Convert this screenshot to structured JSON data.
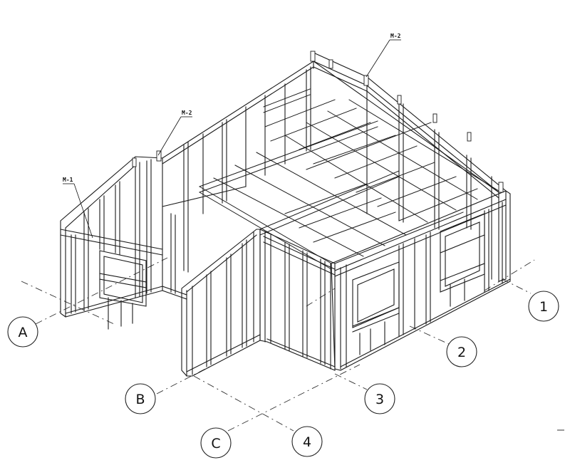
{
  "grid_labels": {
    "A": "A",
    "B": "B",
    "C": "C",
    "one": "1",
    "two": "2",
    "three": "3",
    "four": "4"
  },
  "member_tags": {
    "m1": "M-1",
    "m2_left": "M-2",
    "m2_right": "M-2"
  },
  "colors": {
    "line": "#1a1a1a",
    "background": "#ffffff"
  }
}
